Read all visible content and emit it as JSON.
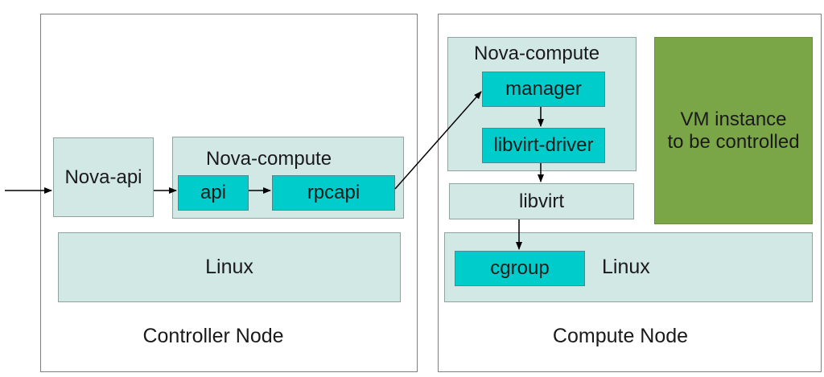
{
  "controller": {
    "title": "Controller Node",
    "nova_api": "Nova-api",
    "nova_compute": "Nova-compute",
    "api": "api",
    "rpcapi": "rpcapi",
    "linux": "Linux"
  },
  "compute": {
    "title": "Compute Node",
    "nova_compute": "Nova-compute",
    "manager": "manager",
    "libvirt_driver": "libvirt-driver",
    "libvirt": "libvirt",
    "cgroup": "cgroup",
    "linux": "Linux",
    "vm_line1": "VM instance",
    "vm_line2": "to be controlled"
  },
  "colors": {
    "pale_box": "#d2e8e5",
    "teal_box": "#00cccc",
    "vm_box": "#7ba648",
    "border": "#7f7f7f"
  }
}
